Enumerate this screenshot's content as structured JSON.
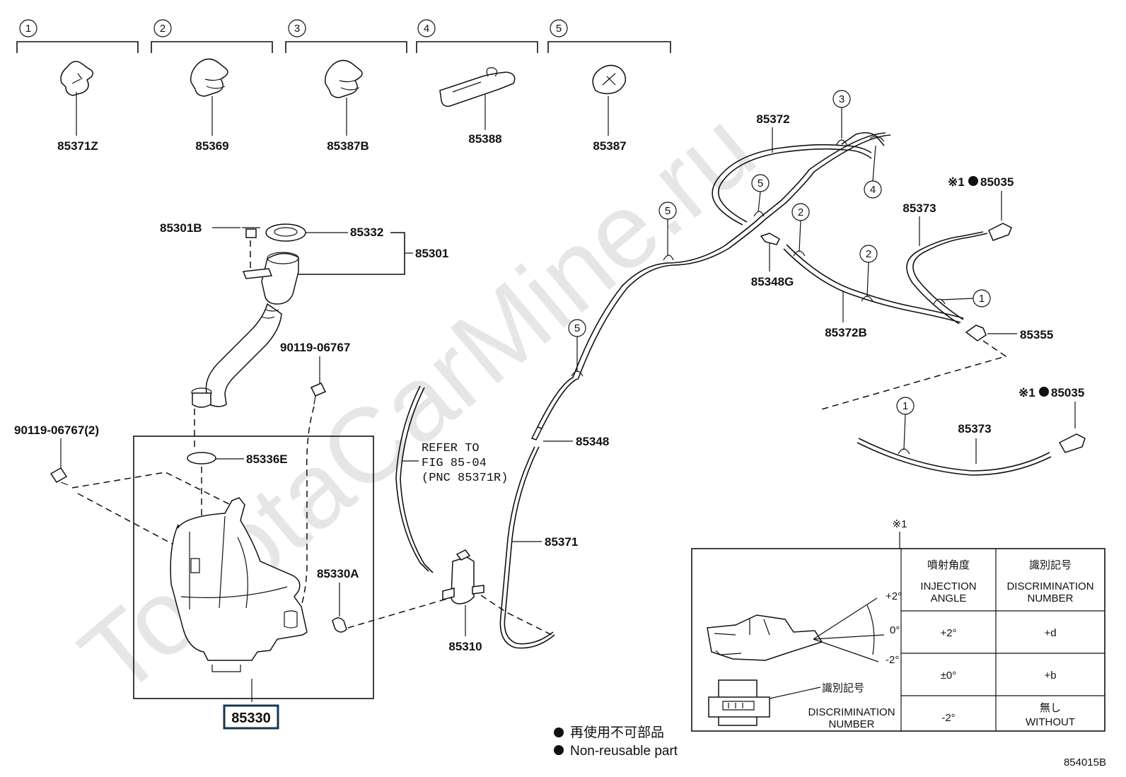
{
  "watermark": "ToyotaCarMine.ru",
  "clip_types": [
    {
      "circle": "1",
      "part": "85371Z"
    },
    {
      "circle": "2",
      "part": "85369"
    },
    {
      "circle": "3",
      "part": "85387B"
    },
    {
      "circle": "4",
      "part": "85388"
    },
    {
      "circle": "5",
      "part": "85387"
    }
  ],
  "parts": {
    "p85301B": "85301B",
    "p85332": "85332",
    "p85301": "85301",
    "p90119_top": "90119-06767",
    "p90119_left": "90119-06767(2)",
    "p85336E": "85336E",
    "p85330A": "85330A",
    "p85330": "85330",
    "p85310": "85310",
    "p85371": "85371",
    "p85348": "85348",
    "p85348G": "85348G",
    "p85372": "85372",
    "p85372B": "85372B",
    "p85373_top": "85373",
    "p85373_bot": "85373",
    "p85355": "85355",
    "p85035_top": "85035",
    "p85035_bot": "85035",
    "note_mark": "※1"
  },
  "circle_labels": {
    "c3": "3",
    "c4": "4",
    "c5a": "5",
    "c5b": "5",
    "c5c": "5",
    "c2a": "2",
    "c2b": "2",
    "c1a": "1",
    "c1b": "1"
  },
  "refer_note": {
    "line1": "REFER TO",
    "line2": "FIG 85-04",
    "line3": "(PNC 85371R)"
  },
  "table": {
    "header_mark": "※1",
    "col1_jp": "噴射角度",
    "col1_en1": "INJECTION",
    "col1_en2": "ANGLE",
    "col2_jp": "識別記号",
    "col2_en1": "DISCRIMINATION",
    "col2_en2": "NUMBER",
    "rows": [
      {
        "angle": "+2°",
        "mark_jp": "",
        "mark": "+d"
      },
      {
        "angle": "±0°",
        "mark_jp": "",
        "mark": "+b"
      },
      {
        "angle": "-2°",
        "mark_jp": "無し",
        "mark": "WITHOUT"
      }
    ],
    "angle_plus": "+2°",
    "angle_zero": "0°",
    "angle_minus": "-2°",
    "disc_jp": "識別記号",
    "disc_en1": "DISCRIMINATION",
    "disc_en2": "NUMBER"
  },
  "legend": {
    "jp": "再使用不可部品",
    "en": "Non-reusable part"
  },
  "figure_id": "854015B"
}
